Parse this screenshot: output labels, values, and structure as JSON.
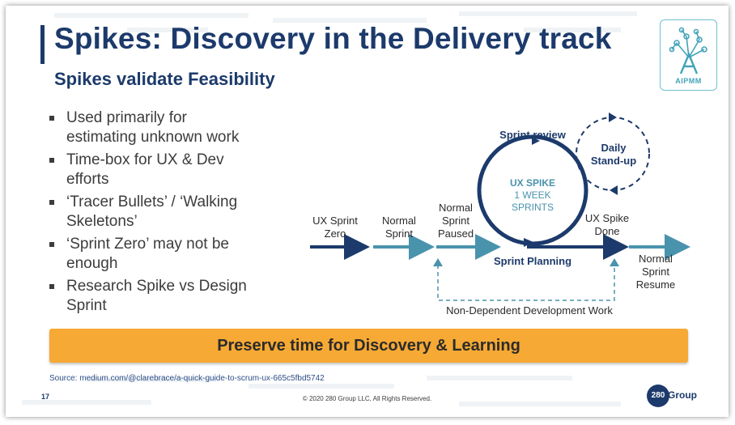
{
  "slide": {
    "title": "Spikes: Discovery in the Delivery track",
    "subtitle": "Spikes validate Feasibility",
    "logo_text": "AIPMM",
    "bullets": [
      {
        "lines": [
          "Used primarily for",
          "estimating unknown work"
        ]
      },
      {
        "lines": [
          "Time-box for UX & Dev",
          "efforts"
        ]
      },
      {
        "lines": [
          "‘Tracer Bullets’ / ‘Walking",
          "Skeletons’"
        ]
      },
      {
        "lines": [
          "‘Sprint Zero’ may not be",
          "enough"
        ]
      },
      {
        "lines": [
          "Research Spike vs Design",
          "Sprint"
        ]
      }
    ],
    "banner": "Preserve time for Discovery & Learning",
    "source": "Source: medium.com/@clarebrace/a-quick-guide-to-scrum-ux-665c5fbd5742",
    "slide_number": "17",
    "copyright": "© 2020 280 Group LLC, All Rights Reserved.",
    "brand": {
      "circle": "280",
      "word": "Group"
    }
  },
  "diagram": {
    "ux_sprint_zero": [
      "UX Sprint",
      "Zero"
    ],
    "normal_sprint": [
      "Normal",
      "Sprint"
    ],
    "normal_sprint_paused": [
      "Normal",
      "Sprint",
      "Paused"
    ],
    "ux_spike": [
      "UX SPIKE",
      "1 WEEK",
      "SPRINTS"
    ],
    "sprint_review": "Sprint review",
    "daily_standup": [
      "Daily",
      "Stand-up"
    ],
    "sprint_planning": "Sprint Planning",
    "ux_spike_done": [
      "UX Spike",
      "Done"
    ],
    "normal_sprint_resume": [
      "Normal",
      "Sprint",
      "Resume"
    ],
    "non_dependent": "Non-Dependent Development Work"
  },
  "colors": {
    "navy": "#1c3a6b",
    "teal": "#4a93ad",
    "orange": "#f6a934",
    "logo_teal": "#43a4b8"
  }
}
